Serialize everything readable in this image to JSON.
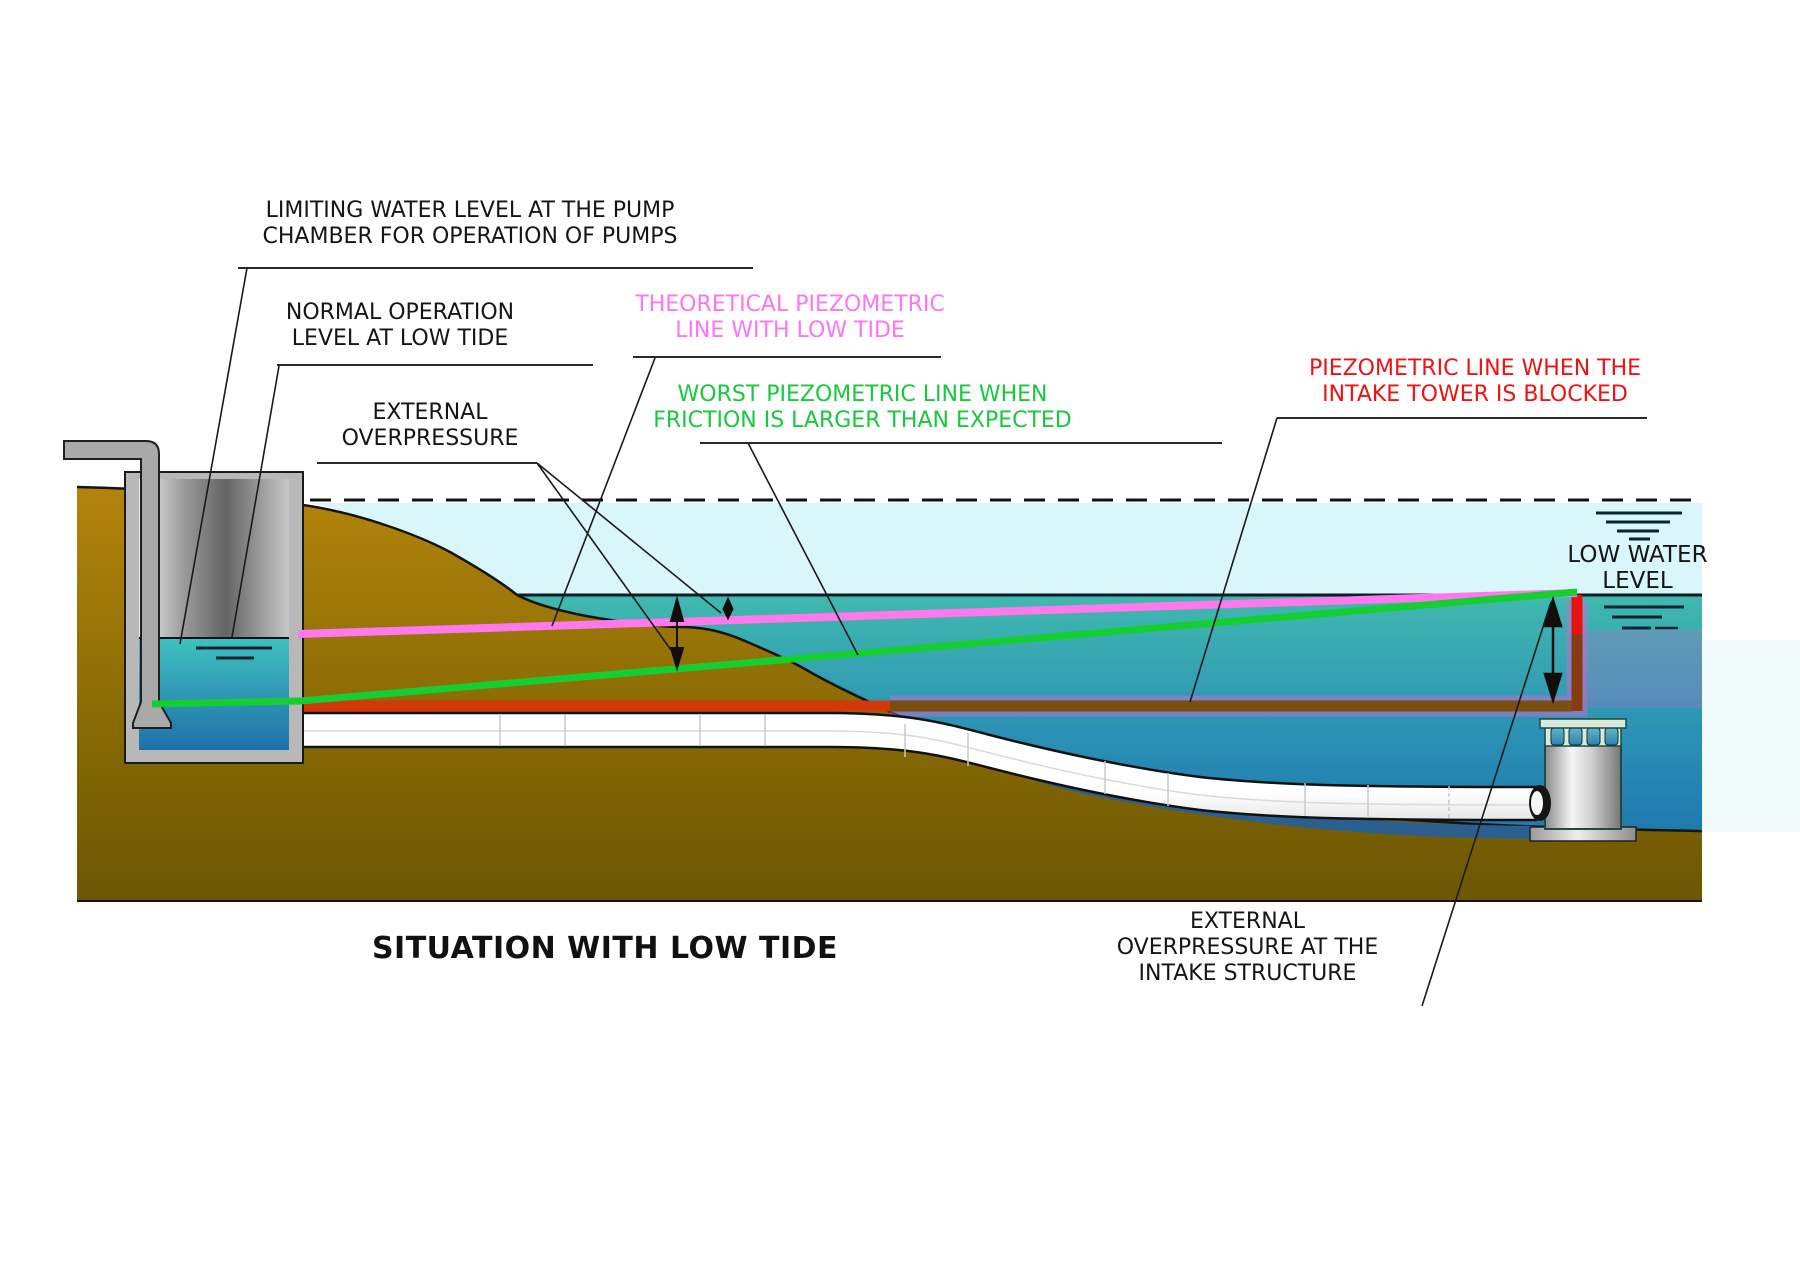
{
  "title": "SITUATION WITH LOW TIDE",
  "labels": {
    "limiting": {
      "text": "LIMITING WATER LEVEL AT THE PUMP\nCHAMBER FOR OPERATION OF PUMPS"
    },
    "normal": {
      "text": "NORMAL OPERATION\nLEVEL AT LOW TIDE"
    },
    "external": {
      "text": "EXTERNAL\nOVERPRESSURE"
    },
    "theoretical": {
      "text": "THEORETICAL PIEZOMETRIC\nLINE WITH LOW TIDE"
    },
    "worst": {
      "text": "WORST PIEZOMETRIC LINE WHEN\nFRICTION IS LARGER THAN EXPECTED"
    },
    "blocked": {
      "text": "PIEZOMETRIC LINE WHEN THE\nINTAKE TOWER IS BLOCKED"
    },
    "low_water": {
      "text": "LOW WATER\nLEVEL"
    },
    "intake_overpressure": {
      "text": "EXTERNAL\nOVERPRESSURE AT THE\nINTAKE STRUCTURE"
    }
  },
  "colors": {
    "label_text": "#151515",
    "pink_label": "#FF74F2",
    "green_label": "#17C93B",
    "red_label": "#EE1212",
    "pink_line": "#FF78EC",
    "green_line": "#14CE32",
    "red_line_land": "#D2380A",
    "red_line_sea": "#7B4F12",
    "red_line_bright": "#E81111",
    "red_line_shadowed": "#8A3A12",
    "halo": "rgba(199,106,209,0.5)",
    "violet_patch": "rgba(170,115,195,0.32)",
    "sea_light": "#D9F6FA",
    "sea_top": "#41B9AF",
    "sea_bottom": "#1E78AD",
    "ground_top": "#B5850C",
    "ground_bottom": "#6B5603",
    "trench": "#2B5F8F"
  }
}
